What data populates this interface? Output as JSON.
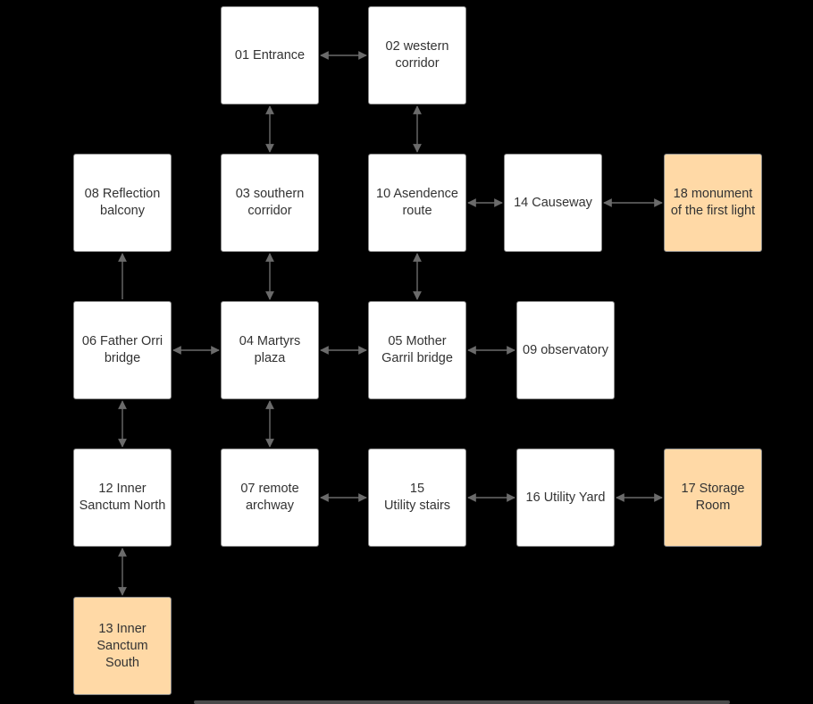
{
  "colors": {
    "background": "#000000",
    "node_fill": "#ffffff",
    "node_highlight_fill": "#ffd9a6",
    "node_border": "#8a8a8a",
    "text": "#333333",
    "connector": "#6b6b6b"
  },
  "nodes": [
    {
      "id": "n01",
      "label": "01 Entrance",
      "highlight": false
    },
    {
      "id": "n02",
      "label": "02 western\ncorridor",
      "highlight": false
    },
    {
      "id": "n08",
      "label": "08 Reflection\nbalcony",
      "highlight": false
    },
    {
      "id": "n03",
      "label": "03 southern\ncorridor",
      "highlight": false
    },
    {
      "id": "n10",
      "label": "10 Asendence\nroute",
      "highlight": false
    },
    {
      "id": "n14",
      "label": "14 Causeway",
      "highlight": false
    },
    {
      "id": "n18",
      "label": "18 monument\nof the first light",
      "highlight": true
    },
    {
      "id": "n06",
      "label": "06 Father Orri\nbridge",
      "highlight": false
    },
    {
      "id": "n04",
      "label": "04 Martyrs\nplaza",
      "highlight": false
    },
    {
      "id": "n05",
      "label": "05 Mother\nGarril bridge",
      "highlight": false
    },
    {
      "id": "n09",
      "label": "09 observatory",
      "highlight": false
    },
    {
      "id": "n12",
      "label": "12 Inner\nSanctum North",
      "highlight": false
    },
    {
      "id": "n07",
      "label": "07 remote\narchway",
      "highlight": false
    },
    {
      "id": "n15",
      "label": "15\nUtility stairs",
      "highlight": false
    },
    {
      "id": "n16",
      "label": "16 Utility Yard",
      "highlight": false
    },
    {
      "id": "n17",
      "label": "17 Storage\nRoom",
      "highlight": true
    },
    {
      "id": "n13",
      "label": "13 Inner\nSanctum\nSouth",
      "highlight": true
    }
  ],
  "edges": [
    {
      "from": "n01",
      "to": "n02",
      "direction": "both"
    },
    {
      "from": "n01",
      "to": "n03",
      "direction": "both"
    },
    {
      "from": "n02",
      "to": "n10",
      "direction": "both"
    },
    {
      "from": "n10",
      "to": "n14",
      "direction": "both"
    },
    {
      "from": "n14",
      "to": "n18",
      "direction": "both"
    },
    {
      "from": "n06",
      "to": "n08",
      "direction": "forward"
    },
    {
      "from": "n03",
      "to": "n04",
      "direction": "both"
    },
    {
      "from": "n10",
      "to": "n05",
      "direction": "both"
    },
    {
      "from": "n06",
      "to": "n04",
      "direction": "both"
    },
    {
      "from": "n04",
      "to": "n05",
      "direction": "both"
    },
    {
      "from": "n05",
      "to": "n09",
      "direction": "both"
    },
    {
      "from": "n06",
      "to": "n12",
      "direction": "both"
    },
    {
      "from": "n04",
      "to": "n07",
      "direction": "both"
    },
    {
      "from": "n07",
      "to": "n15",
      "direction": "both"
    },
    {
      "from": "n15",
      "to": "n16",
      "direction": "both"
    },
    {
      "from": "n16",
      "to": "n17",
      "direction": "both"
    },
    {
      "from": "n12",
      "to": "n13",
      "direction": "both"
    }
  ]
}
